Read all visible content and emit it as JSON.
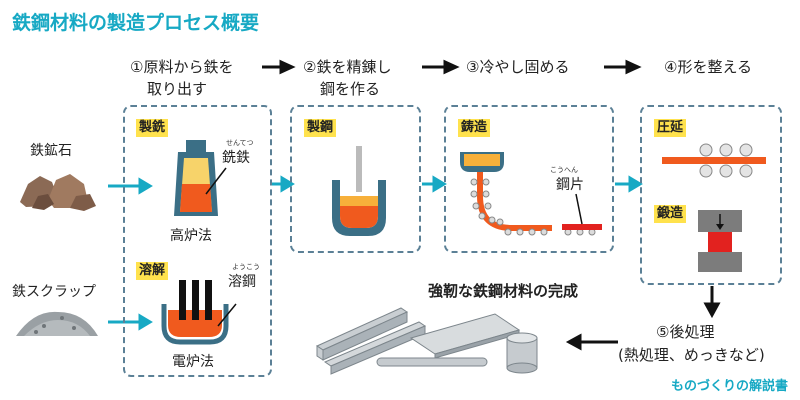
{
  "title": "鉄鋼材料の製造プロセス概要",
  "steps": [
    {
      "line1": "①原料から鉄を",
      "line2": "取り出す"
    },
    {
      "line1": "②鉄を精錬し",
      "line2": "鋼を作る"
    },
    {
      "line1": "③冷やし固める",
      "line2": ""
    },
    {
      "line1": "④形を整える",
      "line2": ""
    }
  ],
  "inputs": {
    "ore": "鉄鉱石",
    "scrap": "鉄スクラップ"
  },
  "box1": {
    "tag1": "製銑",
    "furnace": "高炉法",
    "product_ruby": "せんてつ",
    "product": "銑鉄",
    "tag2": "溶解",
    "electric": "電炉法",
    "product2_ruby": "ようこう",
    "product2": "溶鋼"
  },
  "box2": {
    "tag": "製鋼"
  },
  "box3": {
    "tag": "鋳造",
    "slab_ruby": "こうへん",
    "slab": "鋼片"
  },
  "box4": {
    "tag1": "圧延",
    "tag2": "鍛造"
  },
  "post": {
    "line1": "⑤後処理",
    "line2": "(熱処理、めっきなど)"
  },
  "final": "強靭な鉄鋼材料の完成",
  "footer": "ものづくりの解説書",
  "colors": {
    "accent": "#17a9c4",
    "border": "#5b8096",
    "tag": "#ffe24d",
    "molten": "#f05a1e",
    "furnace": "#3b6f86"
  }
}
